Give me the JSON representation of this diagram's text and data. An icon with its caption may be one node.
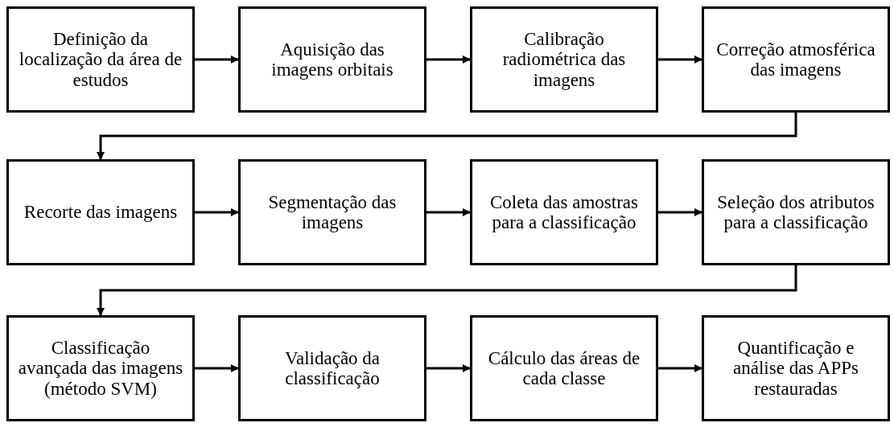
{
  "diagram": {
    "nodes": [
      {
        "text": [
          "Definição da localização da área de estudos"
        ]
      },
      {
        "text": [
          "Aquisição das imagens orbitais"
        ]
      },
      {
        "text": [
          "Calibração radiométrica das imagens"
        ]
      },
      {
        "text": [
          "Correção atmosférica das imagens"
        ]
      },
      {
        "text": [
          "Recorte das imagens"
        ]
      },
      {
        "text": [
          "Segmentação das imagens"
        ]
      },
      {
        "text": [
          "Coleta das amostras para a classificação"
        ]
      },
      {
        "text": [
          "Seleção dos atributos para a classificação"
        ]
      },
      {
        "text": [
          "Classificação avançada das imagens (método SVM)"
        ]
      },
      {
        "text": [
          "Validação da classificação"
        ]
      },
      {
        "text": [
          "Cálculo das áreas de cada classe"
        ]
      },
      {
        "text": [
          "Quantificação e análise das APPs restauradas"
        ]
      }
    ],
    "edges": [
      {
        "from": 0,
        "to": 1,
        "arrow": "to"
      },
      {
        "from": 1,
        "to": 2,
        "arrow": "to"
      },
      {
        "from": 2,
        "to": 3,
        "arrow": "to"
      },
      {
        "from": 3,
        "to": 4,
        "arrow": "to"
      },
      {
        "from": 4,
        "to": 5,
        "arrow": "to"
      },
      {
        "from": 5,
        "to": 6,
        "arrow": "to"
      },
      {
        "from": 6,
        "to": 7,
        "arrow": "to"
      },
      {
        "from": 7,
        "to": 8,
        "arrow": "to"
      },
      {
        "from": 8,
        "to": 9,
        "arrow": "to"
      },
      {
        "from": 9,
        "to": 10,
        "arrow": "to"
      },
      {
        "from": 10,
        "to": 11,
        "arrow": "to"
      }
    ]
  }
}
